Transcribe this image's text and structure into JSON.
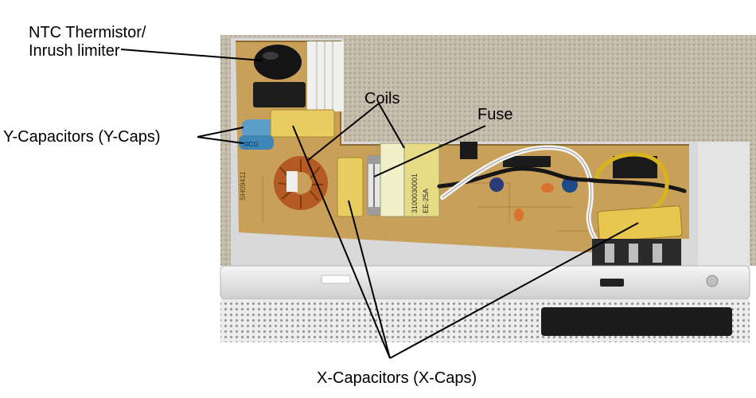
{
  "labels": {
    "ntc_line1": "NTC Thermistor/",
    "ntc_line2": "Inrush limiter",
    "y_caps": "Y-Capacitors (Y-Caps)",
    "coils": "Coils",
    "fuse": "Fuse",
    "x_caps": "X-Capacitors (X-Caps)"
  },
  "board_markings": {
    "coil_code_1": "3100030001",
    "coil_code_2": "EE-25A",
    "side_code": "SH09411"
  },
  "colors": {
    "pcb": "#c9a25c",
    "x_cap": "#e9cf63",
    "metal": "#dcdcdc",
    "carpet": "#c2b8a8"
  }
}
